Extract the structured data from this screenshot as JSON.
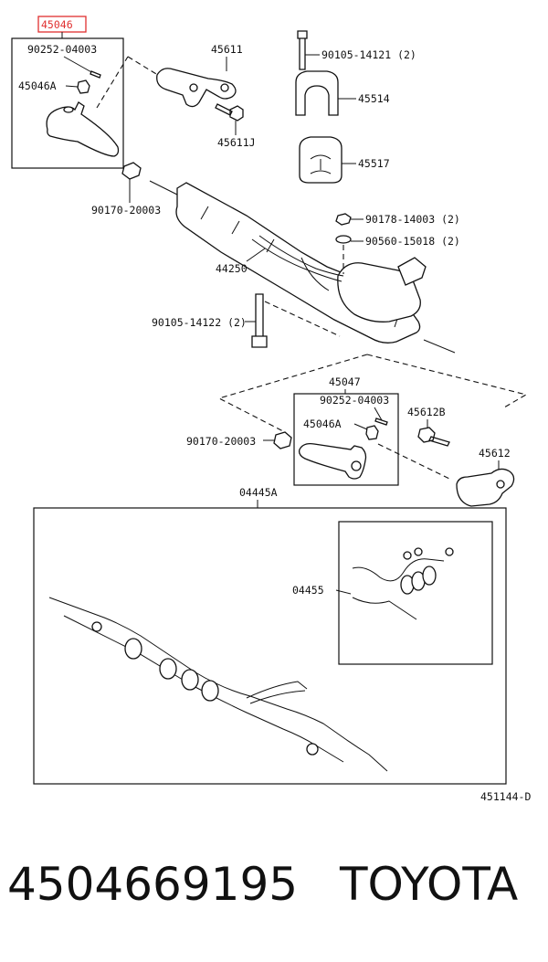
{
  "diagram": {
    "highlight_color": "#e03030",
    "labels": {
      "highlighted": "45046",
      "p90252_top": "90252-04003",
      "p45046A_top": "45046A",
      "p45611": "45611",
      "p45611J": "45611J",
      "p90105_14121": "90105-14121 (2)",
      "p45514": "45514",
      "p45517": "45517",
      "p90170_top": "90170-20003",
      "p90178": "90178-14003 (2)",
      "p90560": "90560-15018 (2)",
      "p44250": "44250",
      "p90105_14122": "90105-14122 (2)",
      "p45047": "45047",
      "p90252_mid": "90252-04003",
      "p45046A_mid": "45046A",
      "p45612B": "45612B",
      "p90170_mid": "90170-20003",
      "p45612": "45612",
      "p04445A": "04445A",
      "p04455": "04455",
      "figure_code": "451144-D"
    }
  },
  "caption": {
    "part_number": "4504669195",
    "brand": "TOYOTA"
  }
}
